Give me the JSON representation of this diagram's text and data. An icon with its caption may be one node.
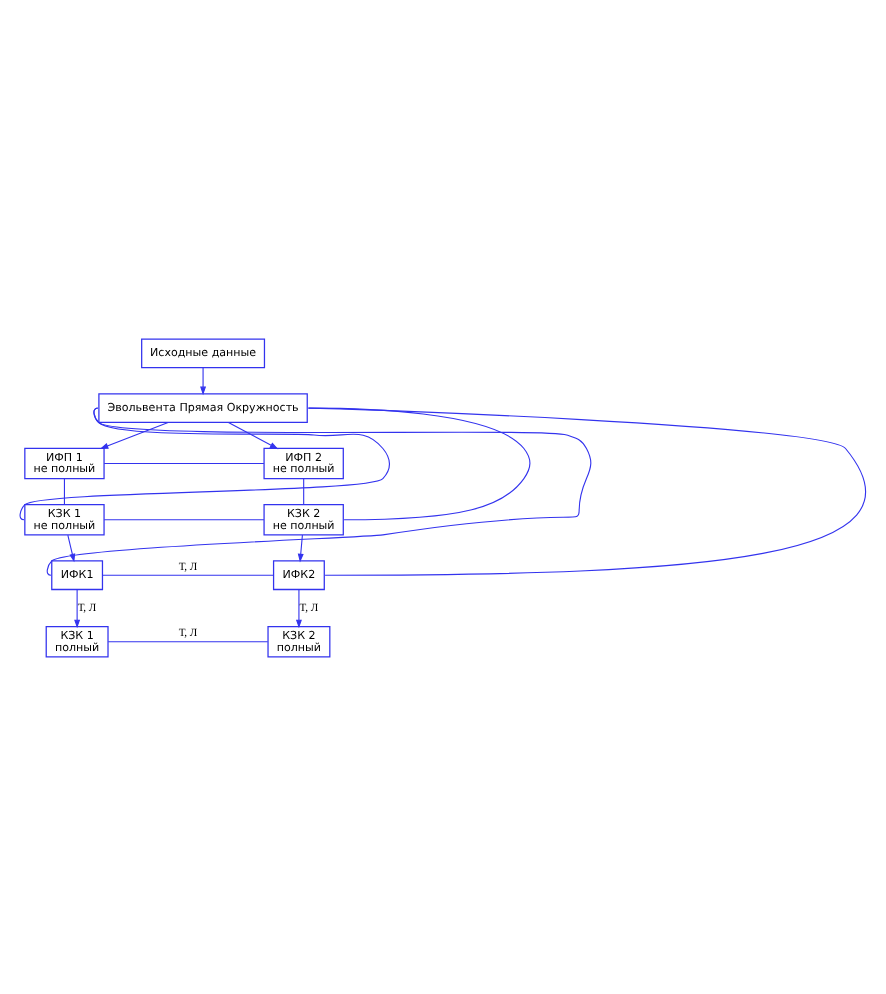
{
  "diagram": {
    "nodes": [
      {
        "text": [
          "Исходные данные"
        ]
      },
      {
        "text": [
          "Эвольвента Прямая Окружность"
        ]
      },
      {
        "text": [
          "ИФП 1",
          "не полный"
        ]
      },
      {
        "text": [
          "ИФП 2",
          "не полный"
        ]
      },
      {
        "text": [
          "КЗК 1",
          "не полный"
        ]
      },
      {
        "text": [
          "КЗК 2",
          "не полный"
        ]
      },
      {
        "text": [
          "ИФК1"
        ]
      },
      {
        "text": [
          "ИФК2"
        ]
      },
      {
        "text": [
          "КЗК 1",
          "полный"
        ]
      },
      {
        "text": [
          "КЗК 2",
          "полный"
        ]
      }
    ],
    "edges": [
      {
        "from": 0,
        "to": 1,
        "arrow": "to"
      },
      {
        "from": 1,
        "to": 2,
        "arrow": "to"
      },
      {
        "from": 1,
        "to": 3,
        "arrow": "to"
      },
      {
        "from": 2,
        "to": 3,
        "arrow": "none"
      },
      {
        "from": 2,
        "to": 4,
        "arrow": "none"
      },
      {
        "from": 3,
        "to": 5,
        "arrow": "none"
      },
      {
        "from": 4,
        "to": 5,
        "arrow": "none"
      },
      {
        "from": 1,
        "to": 4,
        "arrow": "none"
      },
      {
        "from": 1,
        "to": 6,
        "arrow": "none"
      },
      {
        "from": 1,
        "to": 5,
        "arrow": "none"
      },
      {
        "from": 1,
        "to": 7,
        "arrow": "none"
      },
      {
        "from": 4,
        "to": 6,
        "arrow": "to"
      },
      {
        "from": 5,
        "to": 7,
        "arrow": "to"
      },
      {
        "from": 6,
        "to": 7,
        "label": "Т, Л",
        "arrow": "none"
      },
      {
        "from": 6,
        "to": 8,
        "label": "Т, Л",
        "arrow": "to"
      },
      {
        "from": 7,
        "to": 9,
        "label": "Т, Л",
        "arrow": "to"
      },
      {
        "from": 8,
        "to": 9,
        "label": "Т, Л",
        "arrow": "none"
      }
    ]
  }
}
